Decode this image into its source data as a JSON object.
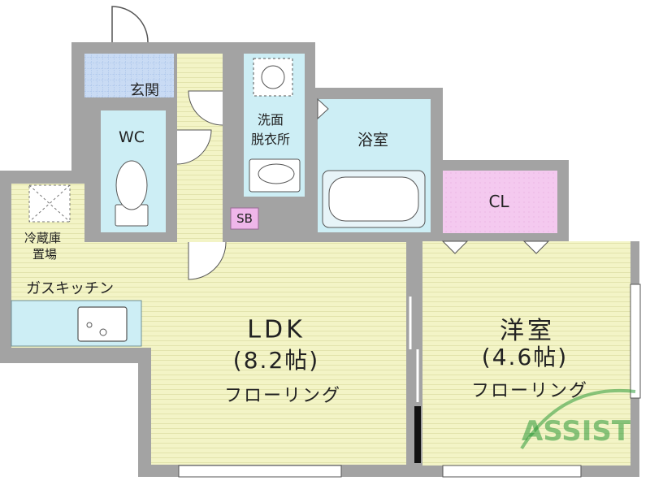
{
  "rooms": {
    "genkan": "玄関",
    "wc": "WC",
    "senmen_line1": "洗面",
    "senmen_line2": "脱衣所",
    "yokushitsu": "浴室",
    "closet": "CL",
    "shoe_box": "SB",
    "fridge_line1": "冷蔵庫",
    "fridge_line2": "置場",
    "kitchen": "ガスキッチン",
    "ldk": {
      "name": "LDK",
      "size": "(8.2帖)",
      "floor": "フローリング"
    },
    "western": {
      "name": "洋室",
      "size": "(4.6帖)",
      "floor": "フローリング"
    }
  },
  "logo": {
    "text": "ASSIST",
    "color": "#2e9a3a"
  },
  "colors": {
    "wall": "#a3a3a3",
    "flooring": "#f3f4c6",
    "wet_area": "#cdeef5",
    "closet": "#f4c9ef",
    "genkan_tile": "#c9dbf4",
    "shoe_box": "#efb6ea"
  }
}
